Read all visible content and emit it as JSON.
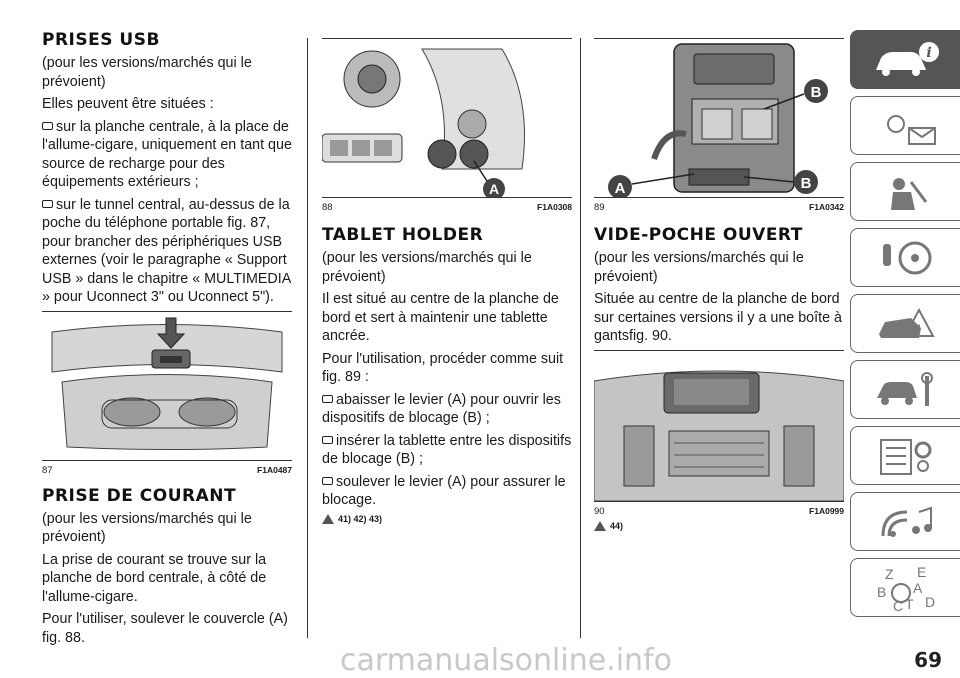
{
  "col1": {
    "usb_title": "PRISES USB",
    "usb_p1": "(pour les versions/marchés qui le prévoient)",
    "usb_p2": "Elles peuvent être situées :",
    "usb_b1": "sur la planche centrale, à la place de l'allume-cigare, uniquement en tant que source de recharge pour des équipements extérieurs ;",
    "usb_b2": "sur le tunnel central, au-dessus de la poche du téléphone portable fig. 87, pour brancher des périphériques USB externes (voir le paragraphe « Support USB » dans le chapitre « MULTIMEDIA » pour Uconnect 3\" ou Uconnect 5\").",
    "fig87_num": "87",
    "fig87_code": "F1A0487",
    "prise_title": "PRISE DE COURANT",
    "prise_p1": "(pour les versions/marchés qui le prévoient)",
    "prise_p2": "La prise de courant se trouve sur la planche de bord centrale, à côté de l'allume-cigare.",
    "prise_p3": "Pour l'utiliser, soulever le couvercle (A) fig. 88."
  },
  "col2": {
    "fig88_num": "88",
    "fig88_code": "F1A0308",
    "fig88_label": "A",
    "tablet_title": "TABLET HOLDER",
    "tablet_p1": "(pour les versions/marchés qui le prévoient)",
    "tablet_p2": "Il est situé au centre de la planche de bord et sert à maintenir une tablette ancrée.",
    "tablet_p3": "Pour l'utilisation, procéder comme suit fig. 89 :",
    "tablet_b1": "abaisser le levier (A) pour ouvrir les dispositifs de blocage (B) ;",
    "tablet_b2": "insérer la tablette entre les dispositifs de blocage (B) ;",
    "tablet_b3": "soulever le levier (A) pour assurer le blocage.",
    "tablet_warn": "41) 42) 43)"
  },
  "col3": {
    "fig89_num": "89",
    "fig89_code": "F1A0342",
    "fig89_label_a": "A",
    "fig89_label_b": "B",
    "vide_title": "VIDE-POCHE OUVERT",
    "vide_p1": "(pour les versions/marchés qui le prévoient)",
    "vide_p2": "Située au centre de la planche de bord sur certaines versions il y a une boîte à gantsfig. 90.",
    "fig90_num": "90",
    "fig90_code": "F1A0999",
    "vide_warn": "44)"
  },
  "sidebar": {
    "tabs": [
      "car-info-icon",
      "warning-lights-icon",
      "safety-icon",
      "driving-icon",
      "emergency-icon",
      "maintenance-icon",
      "technical-data-icon",
      "multimedia-icon",
      "index-icon"
    ],
    "index_letters": "Z E B A C T D"
  },
  "page_number": "69",
  "watermark": "carmanualsonline.info"
}
